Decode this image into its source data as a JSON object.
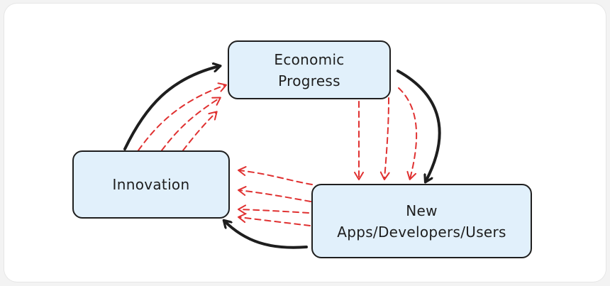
{
  "nodes": {
    "economic_progress": {
      "line1": "Economic",
      "line2": "Progress"
    },
    "innovation": {
      "label": "Innovation"
    },
    "new_apps": {
      "line1": "New",
      "line2": "Apps/Developers/Users"
    }
  },
  "colors": {
    "node_fill": "#e1f0fb",
    "node_stroke": "#1f1f1f",
    "solid_arrow": "#1e1e1e",
    "dashed_arrow": "#e03131",
    "background": "#ffffff"
  }
}
